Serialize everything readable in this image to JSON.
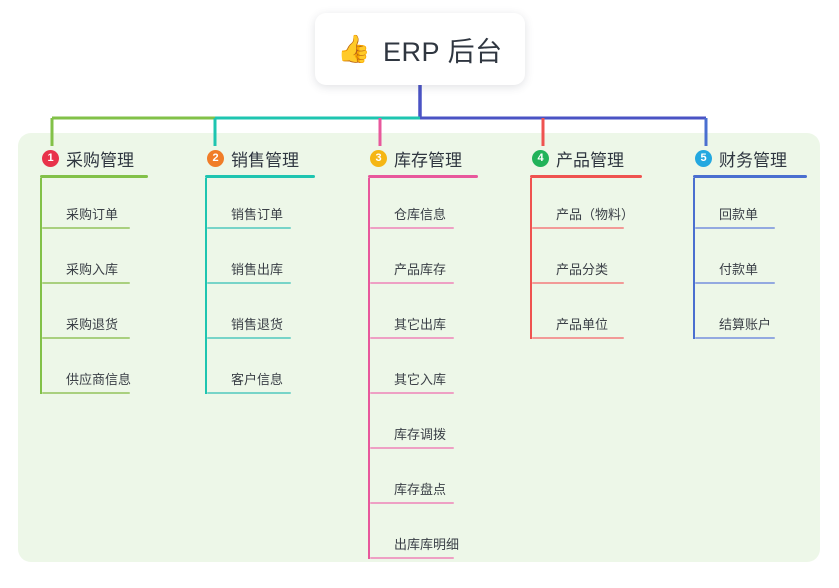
{
  "root": {
    "icon": "thumbs-up-emoji",
    "emoji": "👍",
    "title": "ERP 后台"
  },
  "colors": {
    "panel_bg": "#edf7e8",
    "root_bg": "#ffffff",
    "text": "#2f3640",
    "leaf_text": "#3b4047",
    "stem": "#4a53c4",
    "branch1": "#82c148",
    "branch2": "#1ec5b0",
    "branch3": "#e8589c",
    "branch4": "#ef5350",
    "branch5": "#4a6fd0",
    "badge1": "#e8334a",
    "badge2": "#f07d28",
    "badge3": "#f5b614",
    "badge4": "#21b35a",
    "badge5": "#23a8e0"
  },
  "branches": [
    {
      "number": "1",
      "title": "采购管理",
      "color": "#82c148",
      "badge_color": "#e8334a",
      "leaf_color": "#a9d07e",
      "items": [
        "采购订单",
        "采购入库",
        "采购退货",
        "供应商信息"
      ]
    },
    {
      "number": "2",
      "title": "销售管理",
      "color": "#1ec5b0",
      "badge_color": "#f07d28",
      "leaf_color": "#77d4c8",
      "items": [
        "销售订单",
        "销售出库",
        "销售退货",
        "客户信息"
      ]
    },
    {
      "number": "3",
      "title": "库存管理",
      "color": "#e8589c",
      "badge_color": "#f5b614",
      "leaf_color": "#eea0c4",
      "items": [
        "仓库信息",
        "产品库存",
        "其它出库",
        "其它入库",
        "库存调拨",
        "库存盘点",
        "出库库明细"
      ]
    },
    {
      "number": "4",
      "title": "产品管理",
      "color": "#ef5350",
      "badge_color": "#21b35a",
      "leaf_color": "#f29a97",
      "items": [
        "产品（物料）",
        "产品分类",
        "产品单位"
      ]
    },
    {
      "number": "5",
      "title": "财务管理",
      "color": "#4a6fd0",
      "badge_color": "#23a8e0",
      "leaf_color": "#93a9e0",
      "items": [
        "回款单",
        "付款单",
        "结算账户"
      ]
    }
  ]
}
